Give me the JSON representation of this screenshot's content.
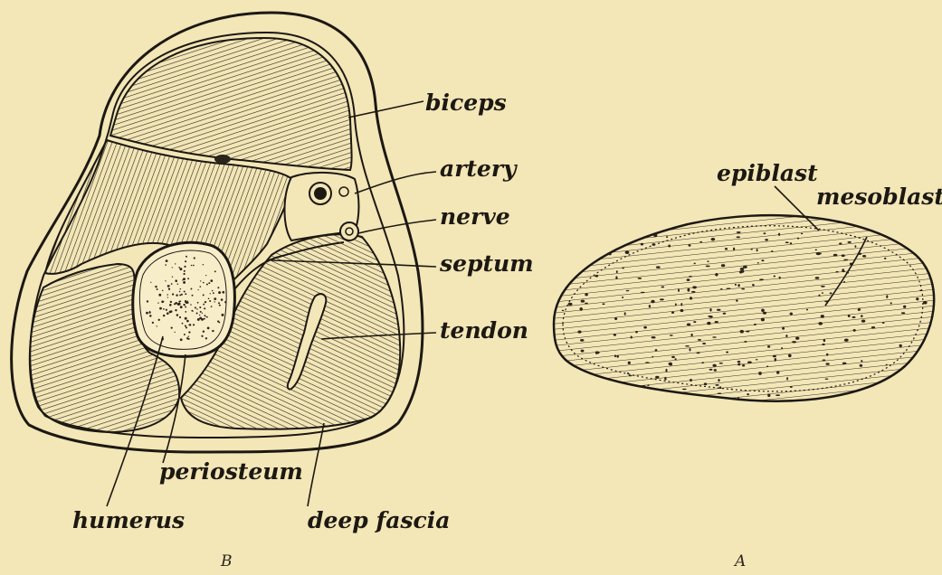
{
  "figure_b": {
    "caption": "B",
    "labels": {
      "biceps": "biceps",
      "artery": "artery",
      "nerve": "nerve",
      "septum": "septum",
      "tendon": "tendon",
      "periosteum": "periosteum",
      "humerus": "humerus",
      "deep_fascia": "deep fascia"
    }
  },
  "figure_a": {
    "caption": "A",
    "labels": {
      "epiblast": "epiblast",
      "mesoblast": "mesoblast"
    }
  },
  "colors": {
    "paper": "#f3e6b7",
    "ink": "#1c1812"
  }
}
